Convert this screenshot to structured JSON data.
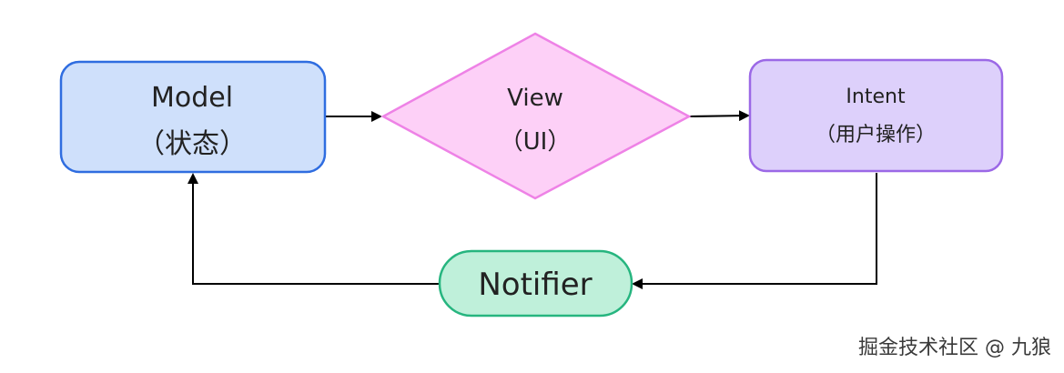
{
  "nodes": {
    "model": {
      "label": "Model",
      "sublabel": "（状态）",
      "fill": "#cfe0fb",
      "stroke": "#2f6de0"
    },
    "view": {
      "label": "View",
      "sublabel": "（UI）",
      "fill": "#fdd0f7",
      "stroke": "#ee82e6"
    },
    "intent": {
      "label": "Intent",
      "sublabel": "（用户操作）",
      "fill": "#ddd0fb",
      "stroke": "#9b68e6"
    },
    "notifier": {
      "label": "Notifier",
      "fill": "#bff0da",
      "stroke": "#26b57f"
    }
  },
  "edges": [
    {
      "from": "model",
      "to": "view"
    },
    {
      "from": "view",
      "to": "intent"
    },
    {
      "from": "intent",
      "to": "notifier"
    },
    {
      "from": "notifier",
      "to": "model"
    }
  ],
  "edge_color": "#000000",
  "watermark": "掘金技术社区 @ 九狼"
}
